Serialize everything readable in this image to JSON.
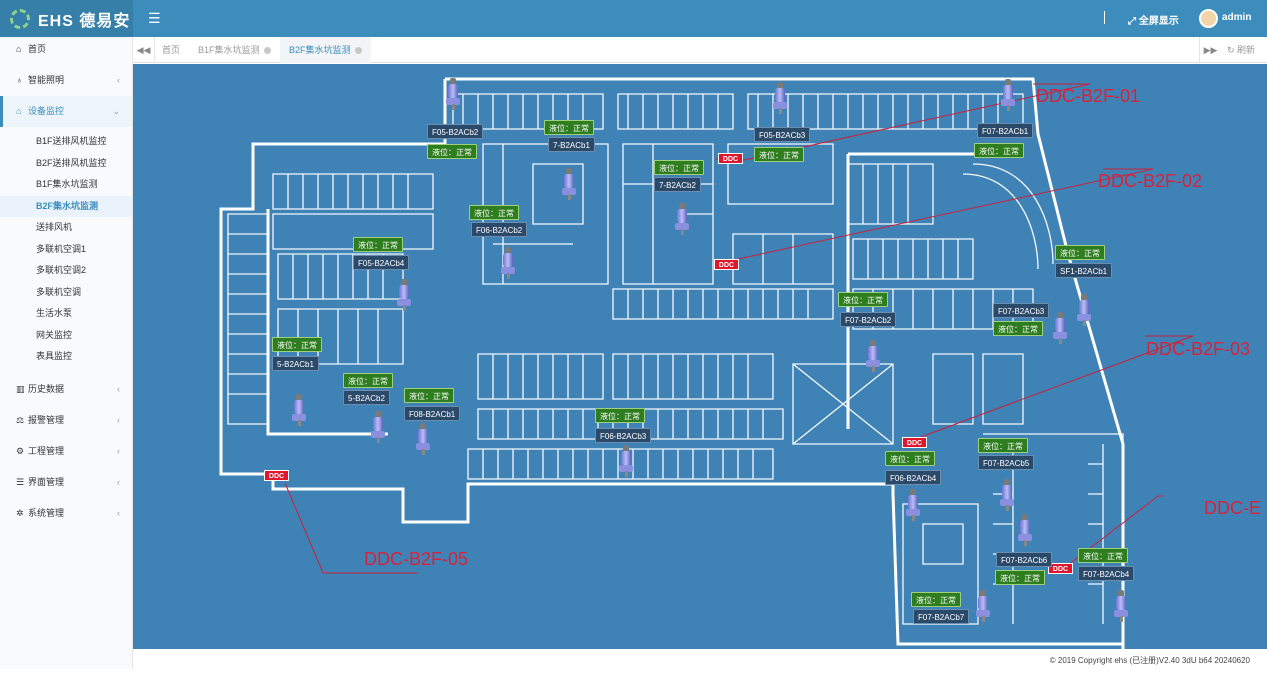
{
  "app": {
    "brand": "EHS 德易安"
  },
  "header": {
    "fullscreen_label": "全屏显示",
    "user": "admin"
  },
  "sidebar": {
    "items": [
      {
        "label": "首页",
        "icon": "home-icon"
      },
      {
        "label": "智能照明",
        "icon": "bulb-icon"
      },
      {
        "label": "设备监控",
        "icon": "bank-icon"
      }
    ],
    "submenu": [
      {
        "label": "B1F送排风机监控"
      },
      {
        "label": "B2F送排风机监控"
      },
      {
        "label": "B1F集水坑监测"
      },
      {
        "label": "B2F集水坑监测"
      },
      {
        "label": "送排风机"
      },
      {
        "label": "多联机空调1"
      },
      {
        "label": "多联机空调2"
      },
      {
        "label": "多联机空调"
      },
      {
        "label": "生活水泵"
      },
      {
        "label": "网关监控"
      },
      {
        "label": "表具监控"
      }
    ],
    "bottom_items": [
      {
        "label": "历史数据",
        "icon": "bar-chart-icon"
      },
      {
        "label": "报警管理",
        "icon": "balance-scale-icon"
      },
      {
        "label": "工程管理",
        "icon": "cogs-icon"
      },
      {
        "label": "界面管理",
        "icon": "list-icon"
      },
      {
        "label": "系统管理",
        "icon": "gear-icon"
      }
    ]
  },
  "tabs": {
    "home": "首页",
    "items": [
      {
        "label": "B1F集水坑监测"
      },
      {
        "label": "B2F集水坑监测"
      }
    ],
    "refresh": "刷新"
  },
  "map": {
    "level_label": "液位：正常",
    "ddc_label": "DDC",
    "pumps": [
      {
        "id": "F05-B2ACb2"
      },
      {
        "id": "7-B2ACb1"
      },
      {
        "id": "F05-B2ACb3"
      },
      {
        "id": "F07-B2ACb1"
      },
      {
        "id": "7-B2ACb2"
      },
      {
        "id": "F06-B2ACb2"
      },
      {
        "id": "F05-B2ACb4"
      },
      {
        "id": "SF1-B2ACb1"
      },
      {
        "id": "F07-B2ACb2"
      },
      {
        "id": "F07-B2ACb3"
      },
      {
        "id": "5-B2ACb1"
      },
      {
        "id": "5-B2ACb2"
      },
      {
        "id": "F08-B2ACb1"
      },
      {
        "id": "F06-B2ACb3"
      },
      {
        "id": "F07-B2ACb5"
      },
      {
        "id": "F06-B2ACb4"
      },
      {
        "id": "F07-B2ACb6"
      },
      {
        "id": "F07-B2ACb4"
      },
      {
        "id": "F07-B2ACb7"
      }
    ],
    "callouts": [
      "DDC-B2F-01",
      "DDC-B2F-02",
      "DDC-B2F-03",
      "DDC-B2F-05",
      "DDC-E"
    ]
  },
  "footer": {
    "copyright": "© 2019 Copyright ehs (已注册)V2.40 3dU b64 20240620"
  }
}
